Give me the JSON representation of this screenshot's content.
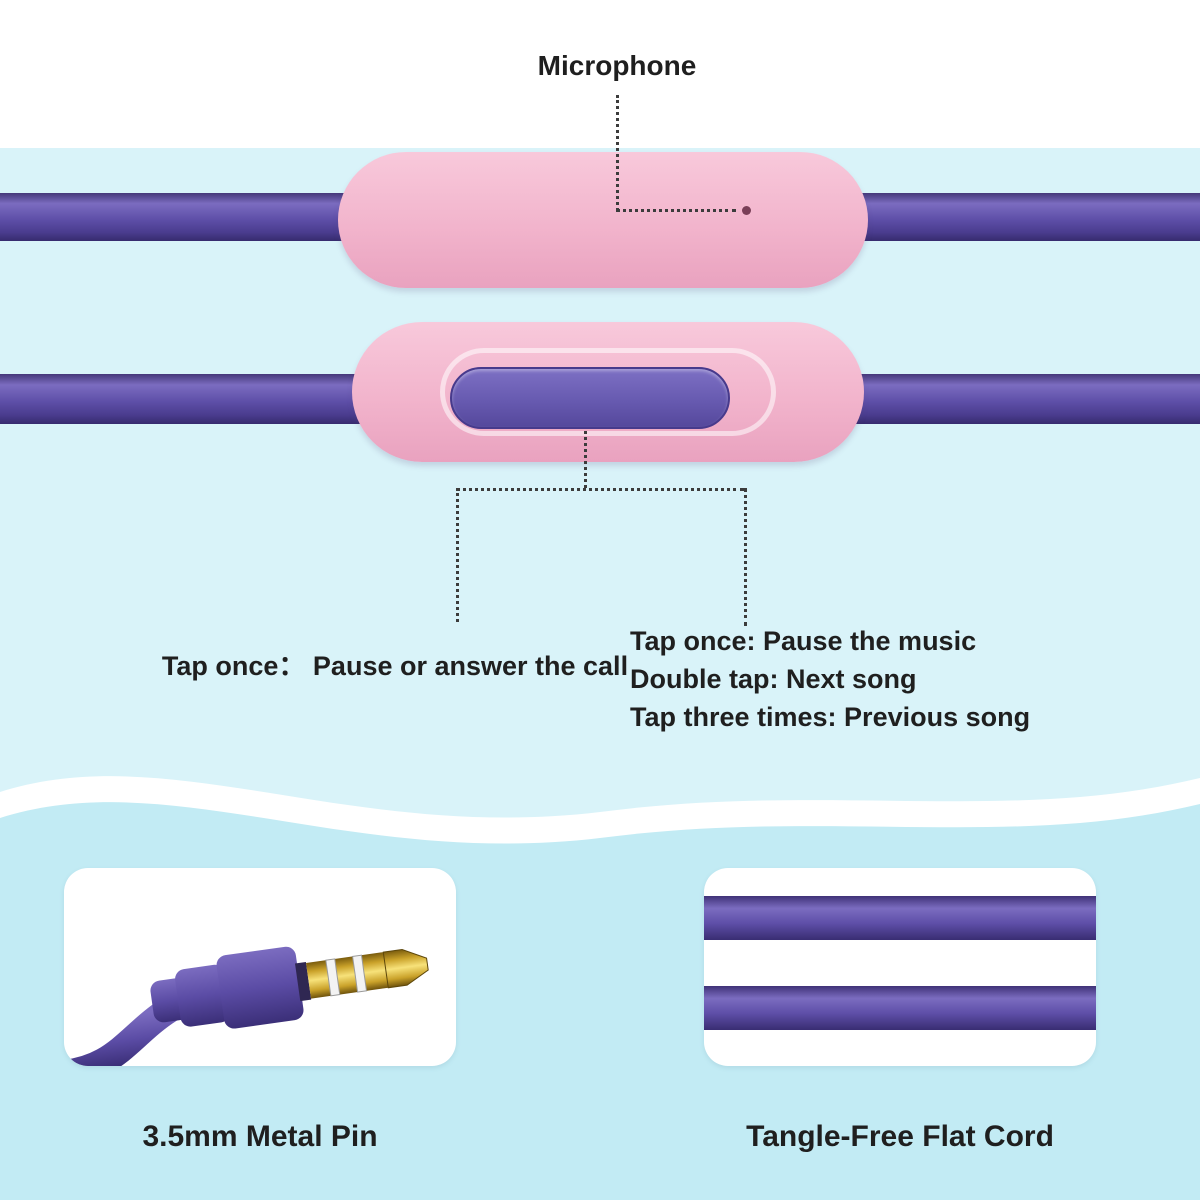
{
  "annotations": {
    "microphone_label": "Microphone",
    "call_instruction": "Tap once：  Pause or answer the call",
    "music_instructions": [
      "Tap once: Pause the music",
      "Double tap: Next song",
      "Tap three times: Previous song"
    ]
  },
  "features": {
    "jack_label": "3.5mm Metal Pin",
    "cord_label": "Tangle-Free Flat Cord"
  },
  "colors": {
    "background_top": "#ffffff",
    "background_main": "#d9f3f9",
    "background_bottom": "#c2ebf4",
    "wave_stripe": "#ffffff",
    "cable_purple": "#5e4fa8",
    "module_pink": "#f2b4cc",
    "button_purple": "#675ab0",
    "pin_gold": "#d9b43a",
    "text": "#1f1f1f"
  }
}
